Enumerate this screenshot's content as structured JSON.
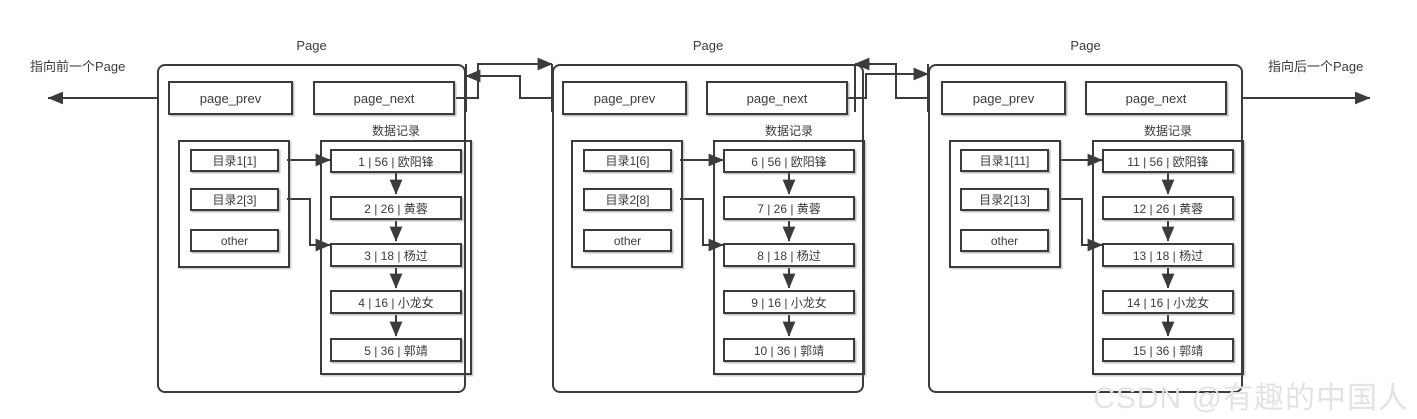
{
  "diagram": {
    "title_label": "Page",
    "records_group_label": "数据记录",
    "left_edge_label": "指向前一个Page",
    "right_edge_label": "指向后一个Page",
    "line_color": "#3b3b3b",
    "background": "#ffffff",
    "watermark": "CSDN @有趣的中国人"
  },
  "pages": [
    {
      "title": "Page",
      "prev_label": "page_prev",
      "next_label": "page_next",
      "records_label": "数据记录",
      "directory": [
        {
          "label": "目录1[1]"
        },
        {
          "label": "目录2[3]"
        },
        {
          "label": "other"
        }
      ],
      "records": [
        {
          "label": "1 | 56 | 欧阳锋"
        },
        {
          "label": "2 | 26 | 黄蓉"
        },
        {
          "label": "3 | 18 | 杨过"
        },
        {
          "label": "4 | 16 | 小龙女"
        },
        {
          "label": "5 | 36 | 郭靖"
        }
      ]
    },
    {
      "title": "Page",
      "prev_label": "page_prev",
      "next_label": "page_next",
      "records_label": "数据记录",
      "directory": [
        {
          "label": "目录1[6]"
        },
        {
          "label": "目录2[8]"
        },
        {
          "label": "other"
        }
      ],
      "records": [
        {
          "label": "6 | 56 | 欧阳锋"
        },
        {
          "label": "7 | 26 | 黄蓉"
        },
        {
          "label": "8 | 18 | 杨过"
        },
        {
          "label": "9 | 16 | 小龙女"
        },
        {
          "label": "10 | 36 | 郭靖"
        }
      ]
    },
    {
      "title": "Page",
      "prev_label": "page_prev",
      "next_label": "page_next",
      "records_label": "数据记录",
      "directory": [
        {
          "label": "目录1[11]"
        },
        {
          "label": "目录2[13]"
        },
        {
          "label": "other"
        }
      ],
      "records": [
        {
          "label": "11 | 56 | 欧阳锋"
        },
        {
          "label": "12 | 26 | 黄蓉"
        },
        {
          "label": "13 | 18 | 杨过"
        },
        {
          "label": "14 | 16 | 小龙女"
        },
        {
          "label": "15 | 36 | 郭靖"
        }
      ]
    }
  ]
}
